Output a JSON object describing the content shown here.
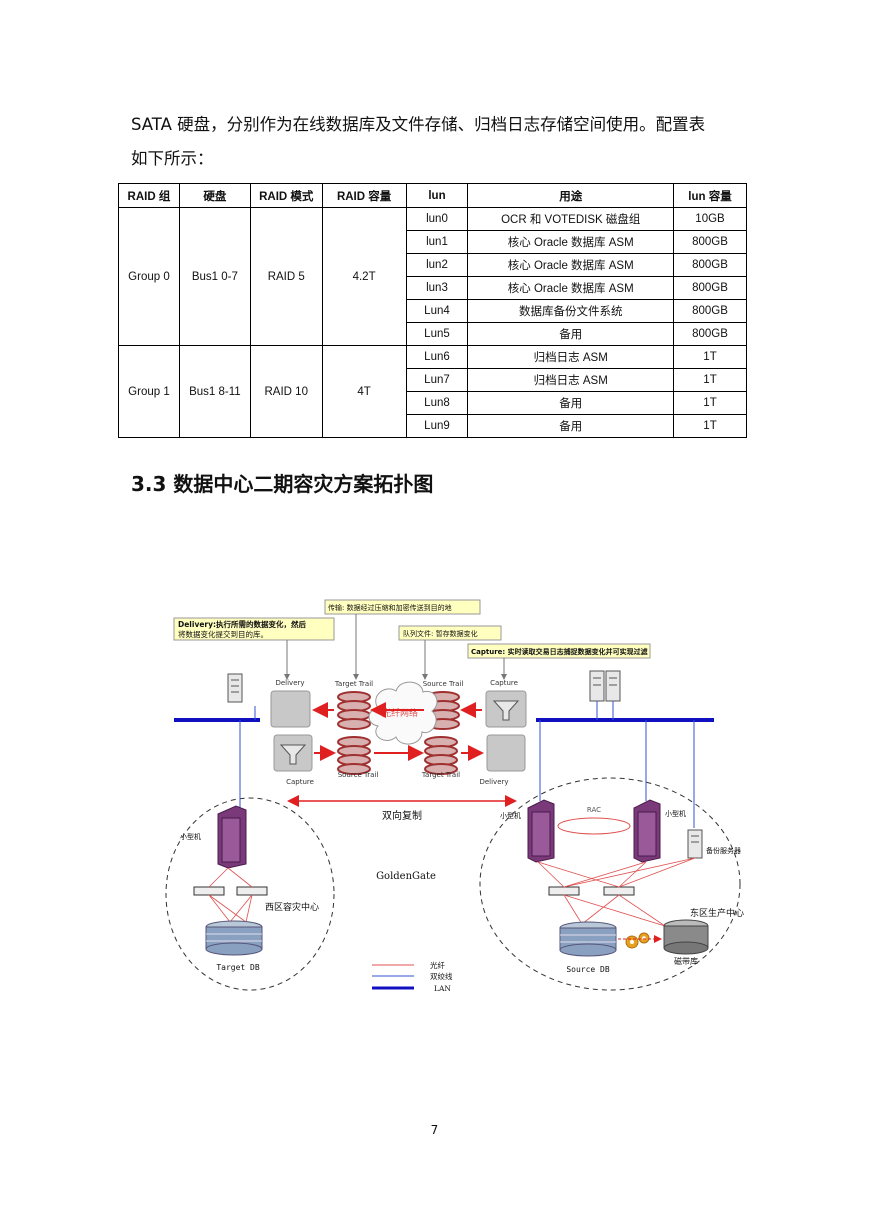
{
  "intro": {
    "line1": "SATA 硬盘，分别作为在线数据库及文件存储、归档日志存储空间使用。配置表",
    "line2": "如下所示："
  },
  "table": {
    "headers": [
      "RAID 组",
      "硬盘",
      "RAID 模式",
      "RAID 容量",
      "lun",
      "用途",
      "lun 容量"
    ],
    "groups": [
      {
        "group": "Group 0",
        "disks": "Bus1 0-7",
        "mode": "RAID 5",
        "capacity": "4.2T",
        "luns": [
          {
            "lun": "lun0",
            "use": "OCR 和 VOTEDISK 磁盘组",
            "size": "10GB"
          },
          {
            "lun": "lun1",
            "use": "核心 Oracle 数据库 ASM",
            "size": "800GB"
          },
          {
            "lun": "lun2",
            "use": "核心 Oracle 数据库 ASM",
            "size": "800GB"
          },
          {
            "lun": "lun3",
            "use": "核心 Oracle 数据库 ASM",
            "size": "800GB"
          },
          {
            "lun": "Lun4",
            "use": "数据库备份文件系统",
            "size": "800GB"
          },
          {
            "lun": "Lun5",
            "use": "备用",
            "size": "800GB"
          }
        ]
      },
      {
        "group": "Group 1",
        "disks": "Bus1 8-11",
        "mode": "RAID 10",
        "capacity": "4T",
        "luns": [
          {
            "lun": "Lun6",
            "use": "归档日志 ASM",
            "size": "1T"
          },
          {
            "lun": "Lun7",
            "use": "归档日志 ASM",
            "size": "1T"
          },
          {
            "lun": "Lun8",
            "use": "备用",
            "size": "1T"
          },
          {
            "lun": "Lun9",
            "use": "备用",
            "size": "1T"
          }
        ]
      }
    ]
  },
  "section_title": "3.3 数据中心二期容灾方案拓扑图",
  "diagram": {
    "callouts": {
      "transfer": "传输: 数据经过压缩和加密传送到目的地",
      "delivery_line1": "Delivery:执行所需的数据变化，然后",
      "delivery_line2": "将数据变化提交到目的库。",
      "queue": "队列文件: 暂存数据变化",
      "capture": "Capture: 实时读取交易日志捕捉数据变化并可实现过滤"
    },
    "labels": {
      "delivery_top": "Delivery",
      "target_trail_top": "Target Trail",
      "source_trail_top": "Source Trail",
      "capture_top": "Capture",
      "capture_bottom": "Capture",
      "source_trail_bottom": "Source Trail",
      "target_trail_bottom": "Target Trail",
      "delivery_bottom": "Delivery",
      "fiber_network": "光纤网络",
      "bidirectional": "双向复制",
      "goldengate": "GoldenGate",
      "west_center": "西区容灾中心",
      "east_center": "东区生产中心",
      "target_db": "Target DB",
      "source_db": "Source DB",
      "minicomputer_west": "小型机",
      "minicomputer_east1": "小型机",
      "minicomputer_east2": "小型机",
      "rac": "RAC",
      "backup_server": "备份服务器",
      "tape_library": "磁带库"
    },
    "legend": [
      {
        "label": "光纤",
        "color": "#e05050"
      },
      {
        "label": "双绞线",
        "color": "#3050d0"
      },
      {
        "label": "LAN",
        "color": "#1010c0"
      }
    ],
    "colors": {
      "lan": "#1010c0",
      "fiber": "#e05050",
      "twisted_pair": "#3050d0",
      "callout_fill": "#ffffc0",
      "server_purple": "#7a3a7a"
    }
  },
  "page_number": "7"
}
